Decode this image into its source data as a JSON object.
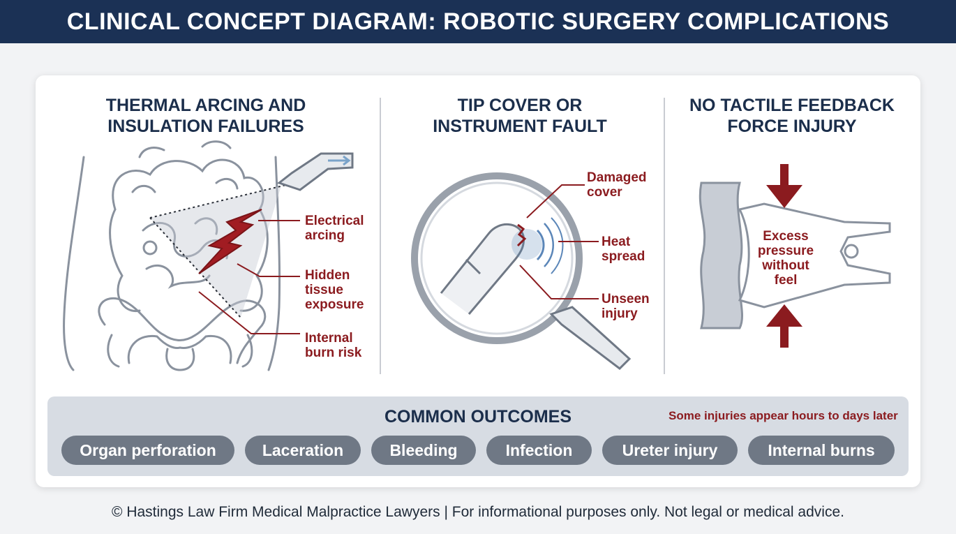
{
  "header": {
    "title": "CLINICAL CONCEPT DIAGRAM: ROBOTIC SURGERY COMPLICATIONS"
  },
  "panels": [
    {
      "title": "THERMAL ARCING AND\nINSULATION FAILURES",
      "callouts": [
        "Electrical\narcing",
        "Hidden\ntissue\nexposure",
        "Internal\nburn risk"
      ]
    },
    {
      "title": "TIP COVER OR\nINSTRUMENT FAULT",
      "callouts": [
        "Damaged\ncover",
        "Heat\nspread",
        "Unseen\ninjury"
      ]
    },
    {
      "title": "NO TACTILE FEEDBACK\nFORCE INJURY",
      "callouts": [
        "Excess\npressure\nwithout\nfeel"
      ]
    }
  ],
  "outcomes": {
    "title": "COMMON OUTCOMES",
    "warning": "Some injuries appear hours to days later",
    "items": [
      "Organ perforation",
      "Laceration",
      "Bleeding",
      "Infection",
      "Ureter injury",
      "Internal burns"
    ]
  },
  "footer": "© Hastings Law Firm Medical Malpractice Lawyers | For informational purposes only. Not legal or medical advice.",
  "colors": {
    "header_bg": "#1b3155",
    "accent_red": "#8b1b1f",
    "pill_bg": "#6f7885",
    "line_gray": "#8a929e"
  }
}
